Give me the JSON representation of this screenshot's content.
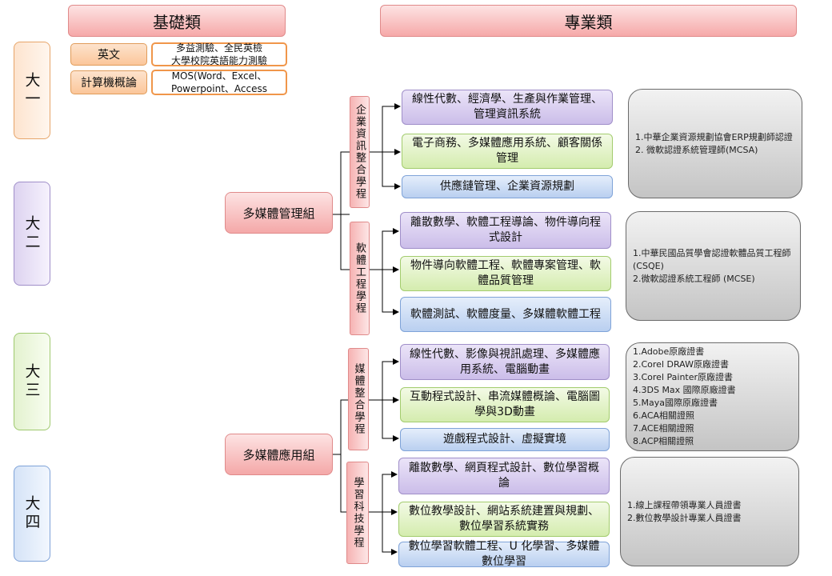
{
  "headers": {
    "basic": "基礎類",
    "professional": "專業類"
  },
  "years": [
    "大一",
    "大二",
    "大三",
    "大四"
  ],
  "basic": [
    {
      "label": "英文",
      "detail": "多益測驗、全民英檢\n大學校院英語能力測驗"
    },
    {
      "label": "計算機概論",
      "detail": "MOS(Word、Excel、\nPowerpoint、Access"
    }
  ],
  "groups": [
    "多媒體管理組",
    "多媒體應用組"
  ],
  "programs": [
    "企業資訊整合學程",
    "軟體工程學程",
    "媒體整合學程",
    "學習科技學程"
  ],
  "courses": [
    "線性代數、經濟學、生產與作業管理、管理資訊系統",
    "電子商務、多媒體應用系統、顧客關係管理",
    "供應鏈管理、企業資源規劃",
    "離散數學、軟體工程導論、物件導向程式設計",
    "物件導向軟體工程、軟體專案管理、軟體品質管理",
    "軟體測試、軟體度量、多媒體軟體工程",
    "線性代數、影像與視訊處理、多媒體應用系統、電腦動畫",
    "互動程式設計、串流媒體概論、電腦圖學與3D動畫",
    "遊戲程式設計、虛擬實境",
    "離散數學、網頁程式設計、數位學習概論",
    "數位教學設計、網站系統建置與規劃、數位學習系統實務",
    "數位學習軟體工程、U 化學習、多媒體數位學習"
  ],
  "certs": [
    [
      "1.中華企業資源規劃協會ERP規劃師認證",
      "2. 微軟認證系統管理師(MCSA)"
    ],
    [
      "1.中華民國品質學會認證軟體品質工程師(CSQE)",
      "2.微軟認證系統工程師 (MCSE)"
    ],
    [
      "1.Adobe原廠證書",
      "2.Corel DRAW原廠證書",
      "3.Corel Painter原廠證書",
      "4.3DS Max 國際原廠證書",
      "5.Maya國際原廠證書",
      "6.ACA相關證照",
      "7.ACE相關證照",
      "8.ACP相關證照"
    ],
    [
      "1.線上課程帶領專業人員證書",
      "2.數位教學設計專業人員證書"
    ]
  ],
  "colors": {
    "header": "#f6a9a9",
    "group": "#f4a8a8",
    "basic_border": "#f0964a",
    "cert": "#c4c4c4"
  }
}
